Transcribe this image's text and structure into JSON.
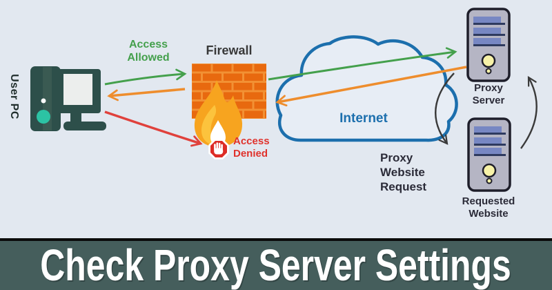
{
  "banner": {
    "title": "Check Proxy Server Settings",
    "bg_color": "#455e5c",
    "text_color": "#ffffff"
  },
  "diagram": {
    "bg_color": "#e2e8f0",
    "user_pc": {
      "label": "User PC"
    },
    "access_allowed": {
      "line1": "Access",
      "line2": "Allowed",
      "color": "#44a04c"
    },
    "firewall": {
      "label": "Firewall"
    },
    "access_denied": {
      "line1": "Access",
      "line2": "Denied",
      "color": "#e0322c"
    },
    "internet": {
      "label": "Internet",
      "color": "#1c6fad"
    },
    "proxy_request": {
      "line1": "Proxy",
      "line2": "Website",
      "line3": "Request"
    },
    "proxy_server": {
      "line1": "Proxy",
      "line2": "Server"
    },
    "requested_website": {
      "line1": "Requested",
      "line2": "Website"
    },
    "icons": {
      "user_pc": "desktop-pc-icon",
      "firewall": "brick-wall-flame-icon",
      "access_denied": "stop-hand-icon",
      "internet": "cloud-icon",
      "proxy_server": "server-tower-icon",
      "requested_website": "server-tower-icon"
    },
    "arrow_colors": {
      "allowed_green": "#44a04c",
      "response_orange": "#ee8d2d",
      "denied_red": "#e0413c",
      "request_cycle_black": "#3a3a3a",
      "cloud_blue": "#1c6fad",
      "brick_orange": "#e8690f",
      "mortar_orange": "#f29134"
    }
  }
}
